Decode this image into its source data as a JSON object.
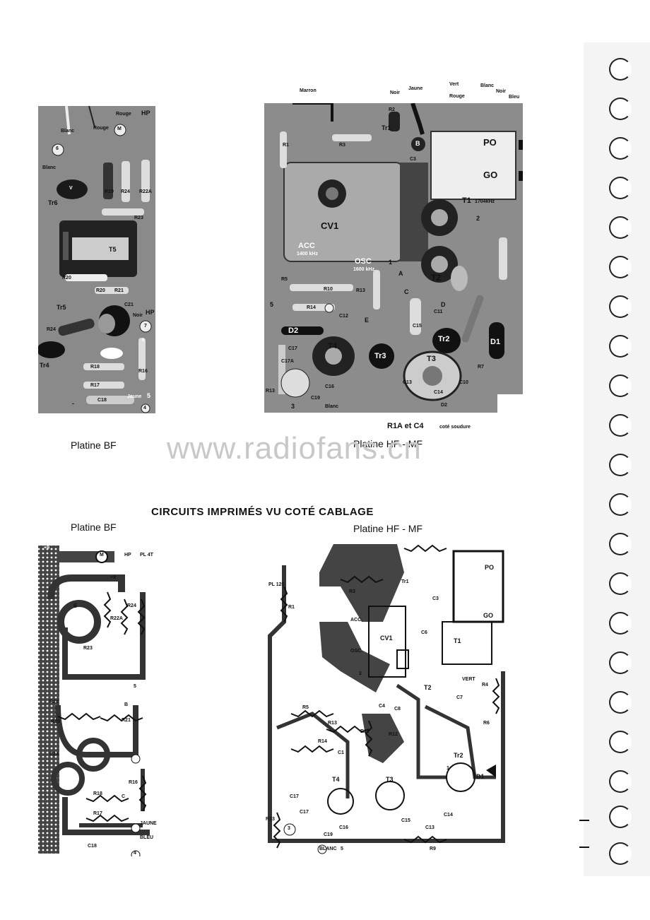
{
  "photo_bf": {
    "caption": "Platine BF",
    "labels": [
      "Rouge",
      "HP",
      "Blanc",
      "Rouge",
      "M",
      "6",
      "Blanc",
      "V",
      "R19",
      "R24",
      "R22A",
      "Tr6",
      "R23",
      "R20",
      "T5",
      "R20",
      "R21",
      "Tr5",
      "C21",
      "Noir",
      "HP",
      "R24",
      "7",
      "Tr4",
      "R18",
      "R16",
      "R17",
      "C18",
      "Jaune",
      "5",
      "4",
      "+",
      "-"
    ]
  },
  "photo_hf": {
    "caption": "Platine HF - MF",
    "note": "R1A et C4",
    "note_suffix": "coté soudure",
    "wires": [
      "Marron",
      "Noir",
      "Jaune",
      "Vert",
      "Rouge",
      "Blanc",
      "Noir",
      "Bleu"
    ],
    "labels": [
      "R2",
      "Tr1",
      "R1",
      "R3",
      "B",
      "C3",
      "PO",
      "GO",
      "CV1",
      "T1",
      "1704kHz",
      "2",
      "ACC",
      "1400 kHz",
      "OSC",
      "1600 kHz",
      "1",
      "T2",
      "R5",
      "R10",
      "R13",
      "R14",
      "5",
      "D2",
      "C12",
      "E",
      "D",
      "C15",
      "C11",
      "C17",
      "T4",
      "Tr3",
      "Tr2",
      "D1",
      "C17A",
      "T3",
      "C13",
      "C14",
      "C10",
      "R7",
      "C16",
      "C19",
      "R13",
      "Blanc",
      "3",
      "D2",
      "A",
      "C"
    ]
  },
  "heading": "CIRCUITS IMPRIMÉS VU COTÉ CABLAGE",
  "pcb_bf": {
    "caption": "Platine BF",
    "labels": [
      "+9",
      "M",
      "HP",
      "+9",
      "PL 4T",
      "R22A",
      "R24",
      "R20",
      "R23",
      "6",
      "R21",
      "R20",
      "R24",
      "B",
      "R18",
      "R16",
      "R17",
      "C18",
      "C",
      "4",
      "5",
      "JAUNE",
      "BLEU"
    ]
  },
  "pcb_hf": {
    "caption": "Platine HF - MF",
    "labels": [
      "PL 120",
      "R1",
      "R3",
      "Tr1",
      "C3",
      "PO",
      "GO",
      "ACC.",
      "CV1",
      "OSC.",
      "C6",
      "T1",
      "T2",
      "VERT",
      "R5",
      "R13",
      "R14",
      "C4",
      "C8",
      "C7",
      "R4",
      "R6",
      "R12",
      "R11",
      "C1",
      "C17",
      "T4",
      "T3",
      "Tr2",
      "D1",
      "R13",
      "C17",
      "C16",
      "C19",
      "C15",
      "C13",
      "C14",
      "R9",
      "BLANC",
      "3",
      "5",
      "2",
      "1"
    ]
  },
  "watermark": "www.radiofans.cn"
}
